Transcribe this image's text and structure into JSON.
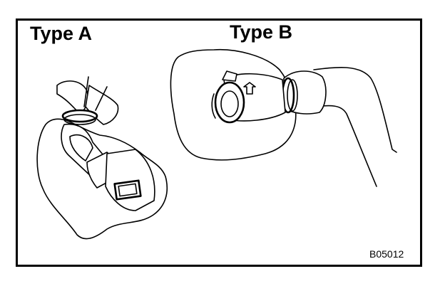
{
  "labels": {
    "type_a": "Type A",
    "type_b": "Type B",
    "figure_code": "B05012"
  }
}
